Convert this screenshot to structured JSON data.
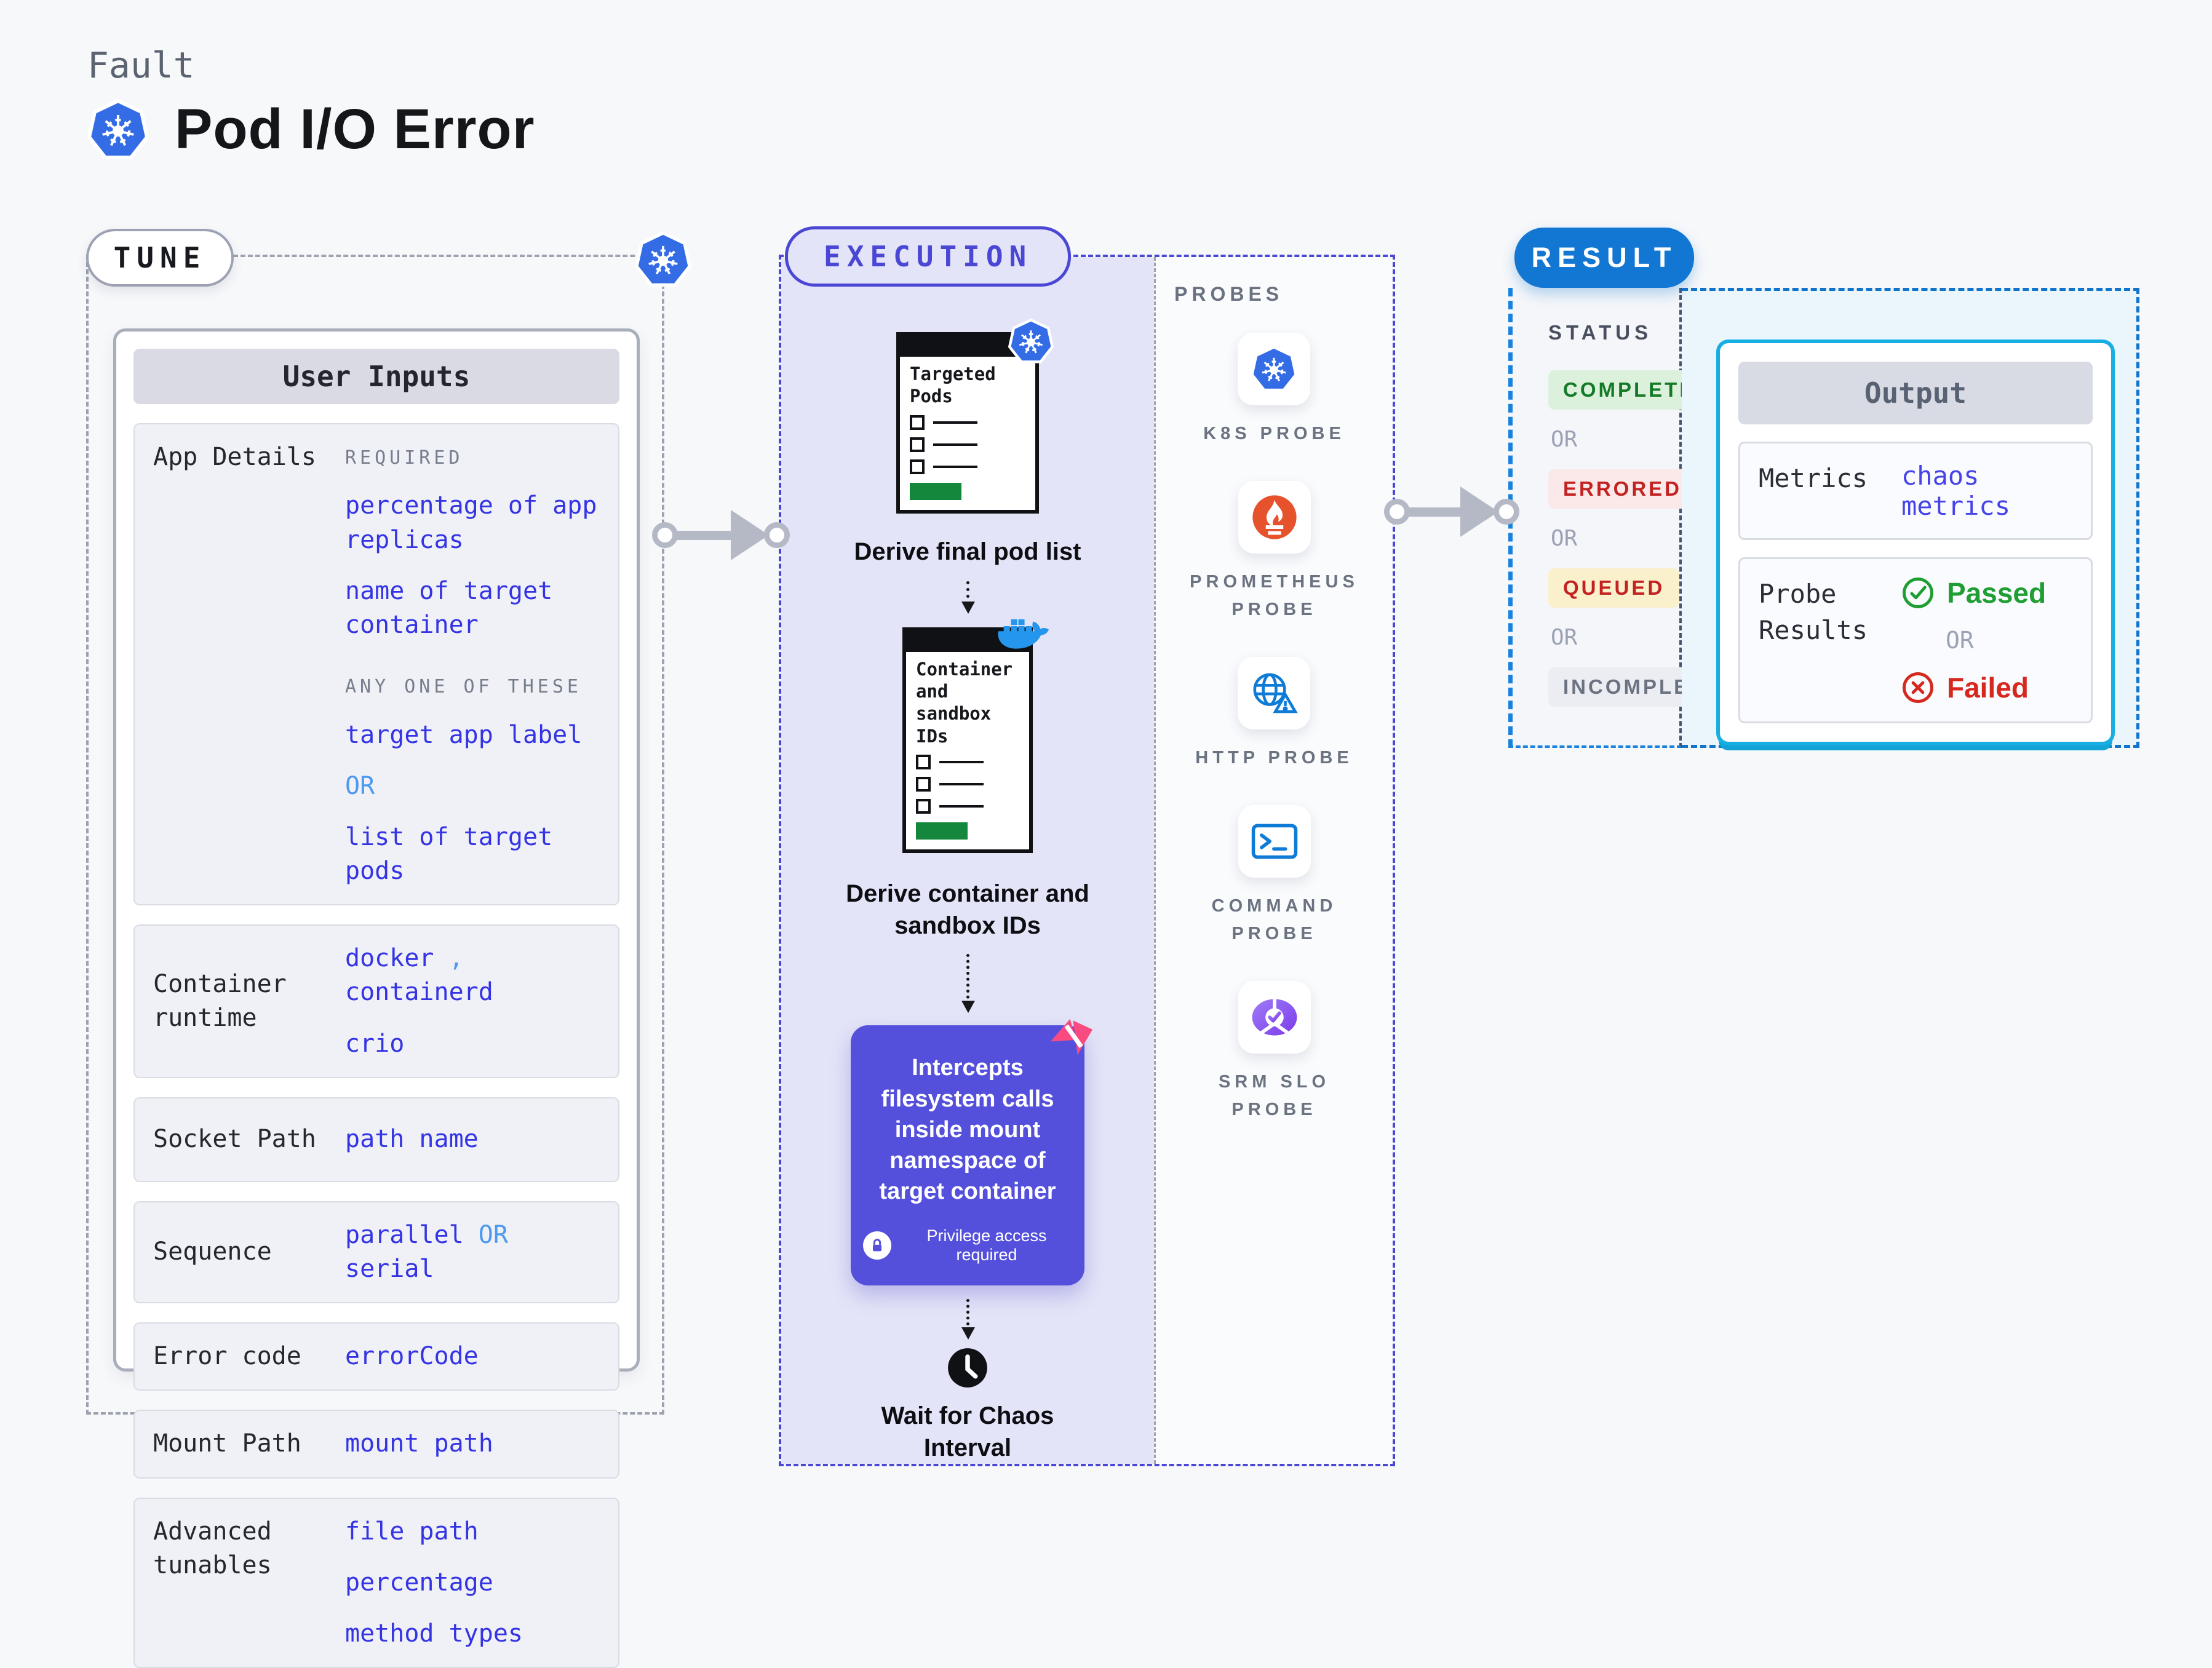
{
  "header": {
    "eyebrow": "Fault",
    "title": "Pod I/O Error"
  },
  "tune": {
    "pill": "TUNE",
    "card_header": "User Inputs",
    "app_details": {
      "label": "App Details",
      "required_heading": "REQUIRED",
      "required_1": "percentage of app replicas",
      "required_2": "name of target container",
      "any_heading": "ANY ONE OF THESE",
      "any_1": "target app label",
      "or": "OR",
      "any_2": "list of target pods"
    },
    "container_runtime": {
      "label": "Container runtime",
      "value_1": "docker",
      "separator": ",",
      "value_2": "containerd",
      "value_3": "crio"
    },
    "socket_path": {
      "label": "Socket Path",
      "value": "path name"
    },
    "sequence": {
      "label": "Sequence",
      "value_1": "parallel",
      "or": "OR",
      "value_2": "serial"
    },
    "error_code": {
      "label": "Error code",
      "value": "errorCode"
    },
    "mount_path": {
      "label": "Mount Path",
      "value": "mount path"
    },
    "advanced_tunables": {
      "label": "Advanced tunables",
      "value_1": "file path",
      "value_2": "percentage",
      "value_3": "method types"
    }
  },
  "execution": {
    "pill": "EXECUTION",
    "step_1": {
      "doc_title": "Targeted Pods",
      "caption": "Derive final pod list"
    },
    "step_2": {
      "doc_title": "Container and sandbox IDs",
      "caption": "Derive container and sandbox IDs"
    },
    "step_3": {
      "text": "Intercepts filesystem calls inside mount namespace of target container",
      "badge": "Privilege access required"
    },
    "step_4": {
      "caption": "Wait for Chaos Interval"
    }
  },
  "probes": {
    "heading": "PROBES",
    "items": [
      {
        "label": "K8S PROBE",
        "icon": "kubernetes-icon"
      },
      {
        "label": "PROMETHEUS PROBE",
        "icon": "prometheus-icon"
      },
      {
        "label": "HTTP PROBE",
        "icon": "globe-warning-icon"
      },
      {
        "label": "COMMAND PROBE",
        "icon": "terminal-icon"
      },
      {
        "label": "SRM SLO PROBE",
        "icon": "slo-donut-check-icon"
      }
    ]
  },
  "result": {
    "pill": "RESULT",
    "status_heading": "STATUS",
    "or": "OR",
    "statuses": [
      {
        "label": "COMPLETED"
      },
      {
        "label": "ERRORED"
      },
      {
        "label": "QUEUED"
      },
      {
        "label": "INCOMPLETED"
      }
    ],
    "output": {
      "header": "Output",
      "metrics_label": "Metrics",
      "metrics_value": "chaos metrics",
      "probe_results_label": "Probe Results",
      "passed": "Passed",
      "or": "OR",
      "failed": "Failed"
    }
  },
  "colors": {
    "kubernetes_blue": "#336CE4",
    "execution_indigo": "#4B47D5",
    "step_purple": "#5450DC",
    "docker_blue": "#2496ED",
    "prometheus_orange": "#E6522C",
    "probe_blue": "#0E7CD6",
    "srm_purple": "#7B3BEA",
    "pink_badge": "#FA4B80",
    "result_blue": "#1277D2",
    "output_border_cyan": "#17AEE3",
    "value_blue": "#3434E4",
    "or_light_blue": "#4E9AEF",
    "passed_green": "#1F9E33",
    "failed_red": "#D6281F",
    "completed_green": "#157A28",
    "errored_red": "#C32222",
    "incompleted_gray": "#6B7280",
    "arrow_gray": "#B5B9C6"
  }
}
